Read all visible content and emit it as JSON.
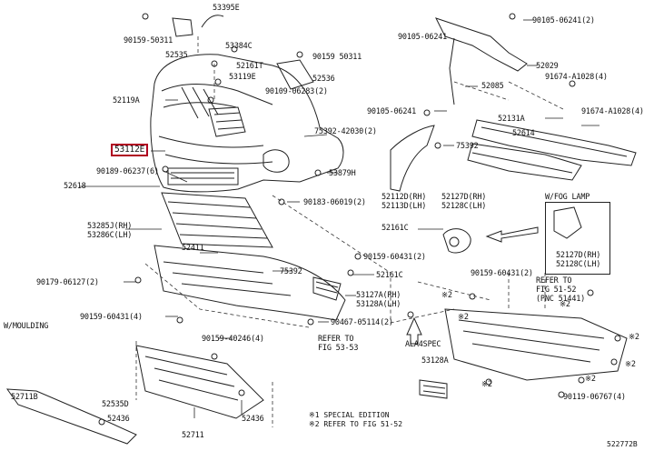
{
  "labels": {
    "p53395E": "53395E",
    "p90159_50311_a": "90159-50311",
    "p53384C": "53384C",
    "p52535": "52535",
    "p52161T": "52161T",
    "p53119E": "53119E",
    "p52119A": "52119A",
    "p90159_50311_b": "90159 50311",
    "p52536": "52536",
    "p90109_06283": "90109-06283(2)",
    "p75392_42030": "75392-42030(2)",
    "p53112E": "53112E",
    "p53879H": "53879H",
    "p90189_06237": "90189-06237(6)",
    "p52618": "52618",
    "p90183_06019": "90183-06019(2)",
    "p53285J": "53285J(RH)",
    "p53286C": "53286C(LH)",
    "p52411": "52411",
    "p90159_60431_a": "90159-60431(2)",
    "p90179_06127": "90179-06127(2)",
    "p75392_b": "75392",
    "p52161C_a": "52161C",
    "p53127A": "53127A(RH)",
    "p53128A": "53128A(LH)",
    "p90159_60431_b": "90159-60431(4)",
    "wmoulding": "W/MOULDING",
    "p90467_05114": "90467-05114(2)",
    "p90159_40246": "90159-40246(4)",
    "refer5353": "REFER TO\nFIG 53-53",
    "p52711B": "52711B",
    "p52535D": "52535D",
    "p52436_a": "52436",
    "p52436_b": "52436",
    "p52711": "52711",
    "p90105_06241_a": "90105-06241(2)",
    "p90105_06241_b": "90105-06241",
    "p52029": "52029",
    "p52085": "52085",
    "p91674_a": "91674-A1028(4)",
    "p90105_06241_c": "90105-06241",
    "p91674_b": "91674-A1028(4)",
    "p52131A": "52131A",
    "p52614": "52614",
    "p75392_c": "75392",
    "p52112D": "52112D(RH)",
    "p52113D": "52113D(LH)",
    "p52127D_a": "52127D(RH)",
    "p52128C_a": "52128C(LH)",
    "wfoglamp": "W/FOG LAMP",
    "p52161C_b": "52161C",
    "p52127D_b": "52127D(RH)",
    "p52128C_b": "52128C(LH)",
    "p90159_60431_c": "90159-60431(2)",
    "refer5152_a": "REFER TO\nFIG 51-52\n(PNC 51441)",
    "alaspec": "ALA4SPEC",
    "p53128A_b": "53128A",
    "p90119_06767": "90119-06767(4)",
    "x2": "※2",
    "legend1": "※1 SPECIAL EDITION",
    "legend2": "※2 REFER TO FIG 51-52",
    "drawing_no": "522772B"
  }
}
